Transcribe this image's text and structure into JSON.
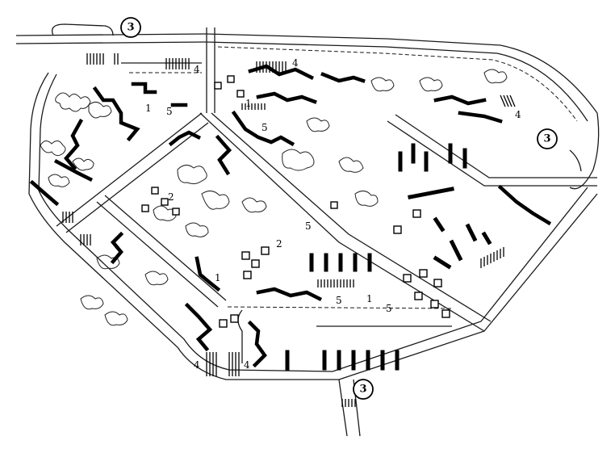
{
  "plan_labels": {
    "transit_stop": "3",
    "zone_1": "1",
    "zone_2": "2",
    "zone_4": "4",
    "zone_5": "5"
  }
}
